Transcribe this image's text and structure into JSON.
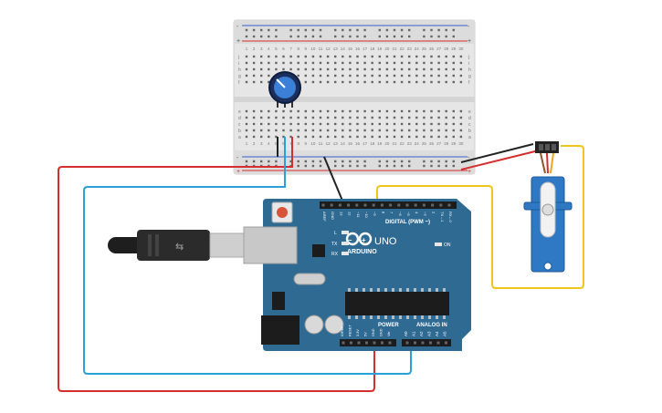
{
  "canvas": {
    "background": "#ffffff"
  },
  "breadboard": {
    "top_rail_signs": [
      "-",
      "+"
    ],
    "bottom_rail_signs": [
      "-",
      "+"
    ],
    "row_letters_top": [
      "j",
      "i",
      "h",
      "g",
      "f"
    ],
    "row_letters_bottom": [
      "e",
      "d",
      "c",
      "b",
      "a"
    ],
    "column_numbers": [
      "1",
      "2",
      "3",
      "4",
      "5",
      "6",
      "7",
      "8",
      "9",
      "10",
      "11",
      "12",
      "13",
      "14",
      "15",
      "16",
      "17",
      "18",
      "19",
      "20",
      "21",
      "22",
      "23",
      "24",
      "25",
      "26",
      "27",
      "28",
      "29",
      "30"
    ]
  },
  "arduino": {
    "brand": "ARDUINO",
    "model": "UNO",
    "digital_label": "DIGITAL (PWM ~)",
    "power_label": "POWER",
    "analog_label": "ANALOG IN",
    "on_label": "ON",
    "led_labels": [
      "L",
      "TX",
      "RX"
    ],
    "digital_pins": [
      "AREF",
      "GND",
      "13",
      "12",
      "~11",
      "~10",
      "~9",
      "8",
      "7",
      "~6",
      "~5",
      "4",
      "~3",
      "2",
      "TX→1",
      "RX←0"
    ],
    "power_pins": [
      "IOREF",
      "RESET",
      "3.3V",
      "5V",
      "GND",
      "GND",
      "Vin"
    ],
    "analog_pins": [
      "A0",
      "A1",
      "A2",
      "A3",
      "A4",
      "A5"
    ],
    "board_color": "#2f6a93"
  },
  "wires": {
    "red": "#d62d2d",
    "blue": "#2aa0d8",
    "yellow": "#f2c41d",
    "black": "#222222"
  },
  "components": {
    "potentiometer": "potentiometer",
    "servo": "micro servo",
    "usb_cable": "usb-b cable"
  }
}
